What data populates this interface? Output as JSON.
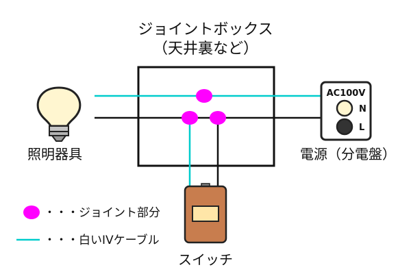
{
  "title": {
    "line1": "ジョイントボックス",
    "line2": "（天井裏など）"
  },
  "labels": {
    "lamp": "照明器具",
    "power": "電源（分電盤）",
    "switch": "スイッチ"
  },
  "panel": {
    "voltage": "AC100V",
    "terminal_n": "N",
    "terminal_l": "L"
  },
  "legend": [
    {
      "symbol": "joint-dot",
      "text": "・・・ジョイント部分"
    },
    {
      "symbol": "white-iv-line",
      "text": "・・・白いIVケーブル"
    }
  ],
  "colors": {
    "joint": "#ff00ff",
    "white_cable": "#00cccc",
    "black_cable": "#111111",
    "bulb": "#fff6d0",
    "switch_body": "#c87d4e",
    "switch_plate": "#ffe6a8"
  },
  "icons": {
    "lamp": "light-bulb-icon",
    "power": "distribution-panel-icon",
    "switch": "wall-switch-icon"
  }
}
